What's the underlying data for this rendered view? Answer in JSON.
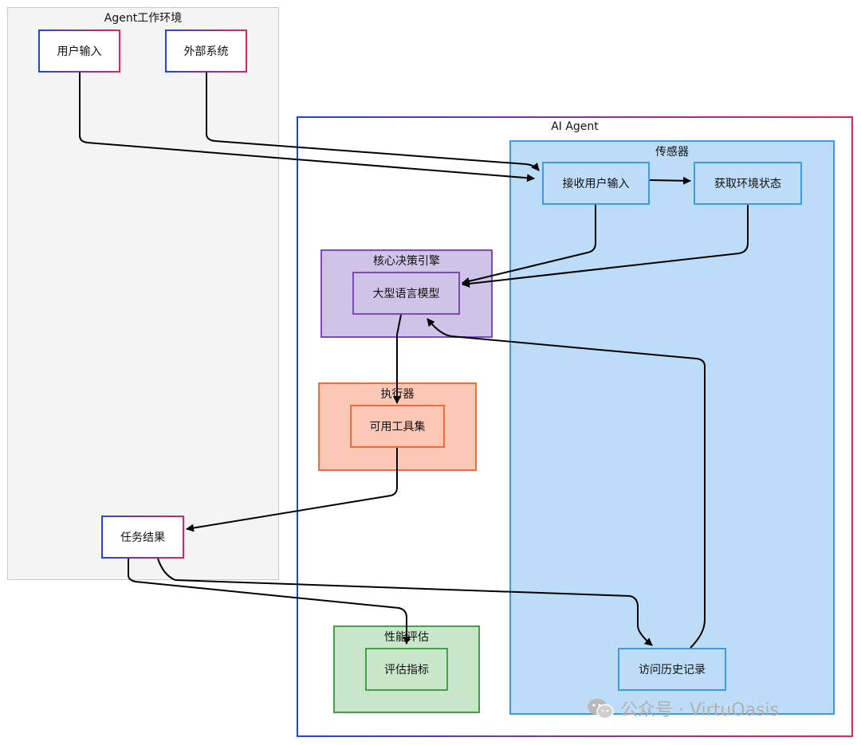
{
  "groups": {
    "env": "Agent工作环境",
    "agent": "AI Agent",
    "sensor": "传感器",
    "core": "核心决策引擎",
    "executor": "执行器",
    "eval": "性能评估"
  },
  "nodes": {
    "user_input": "用户输入",
    "external_system": "外部系统",
    "task_result": "任务结果",
    "receive_user_input": "接收用户输入",
    "get_env_state": "获取环境状态",
    "llm": "大型语言模型",
    "toolset": "可用工具集",
    "history": "访问历史记录",
    "metrics": "评估指标"
  },
  "watermark": {
    "text": "公众号 · VirtuOasis",
    "icon": "wechat-icon"
  },
  "colors": {
    "env_bg": "#f4f4f4",
    "sensor_bg": "#bcdcf7",
    "sensor_border": "#3c9be6",
    "core_bg": "#d0c3e8",
    "core_border": "#7b4bb8",
    "executor_bg": "#fcc8b6",
    "executor_border": "#f06a3a",
    "eval_bg": "#c8e6c9",
    "eval_border": "#43a047",
    "edge": "#000000"
  }
}
